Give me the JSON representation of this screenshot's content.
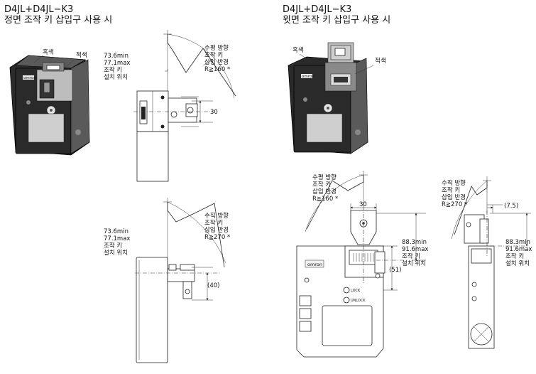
{
  "left": {
    "model": "D4JL+D4JL−K3",
    "subtitle": "정면 조작 키 삽입구 사용 시",
    "photo": {
      "black_label": "흑색",
      "red_label": "적색",
      "brand": "omron"
    },
    "top_view": {
      "horizontal_note": [
        "수평 방향",
        "조작 키",
        "삽입 반경",
        "R≧160 *"
      ],
      "install_pos": [
        "73.6min",
        "77.1max",
        "조작 키",
        "설치 위치"
      ],
      "dim_30": "30"
    },
    "side_view": {
      "vertical_note": [
        "수직 방향",
        "조작 키",
        "삽입 반경",
        "R≧270 *"
      ],
      "install_pos": [
        "73.6min",
        "77.1max",
        "조작 키",
        "설치 위치"
      ],
      "dim_40": "(40)"
    }
  },
  "right": {
    "model": "D4JL+D4JL−K3",
    "subtitle": "윗면 조작 키 삽입구 사용 시",
    "photo": {
      "black_label": "흑색",
      "red_label": "적색",
      "brand": "omron"
    },
    "front_view": {
      "horizontal_note": [
        "수평 방향",
        "조작 키",
        "삽입 반경",
        "R≧160 *"
      ],
      "dim_30": "30",
      "dim_51": "(51)",
      "install_pos": [
        "88.3min",
        "91.6max",
        "조작 키",
        "설치 위치"
      ],
      "lock_label": "LOCK",
      "unlock_label": "UNLOCK",
      "brand": "omron"
    },
    "side_view": {
      "vertical_note": [
        "수직 방향",
        "조작 키",
        "삽입 반경",
        "R≧270 *"
      ],
      "dim_75": "(7.5)",
      "install_pos": [
        "88.3min",
        "91.6max",
        "조작 키",
        "설치 위치"
      ]
    }
  }
}
